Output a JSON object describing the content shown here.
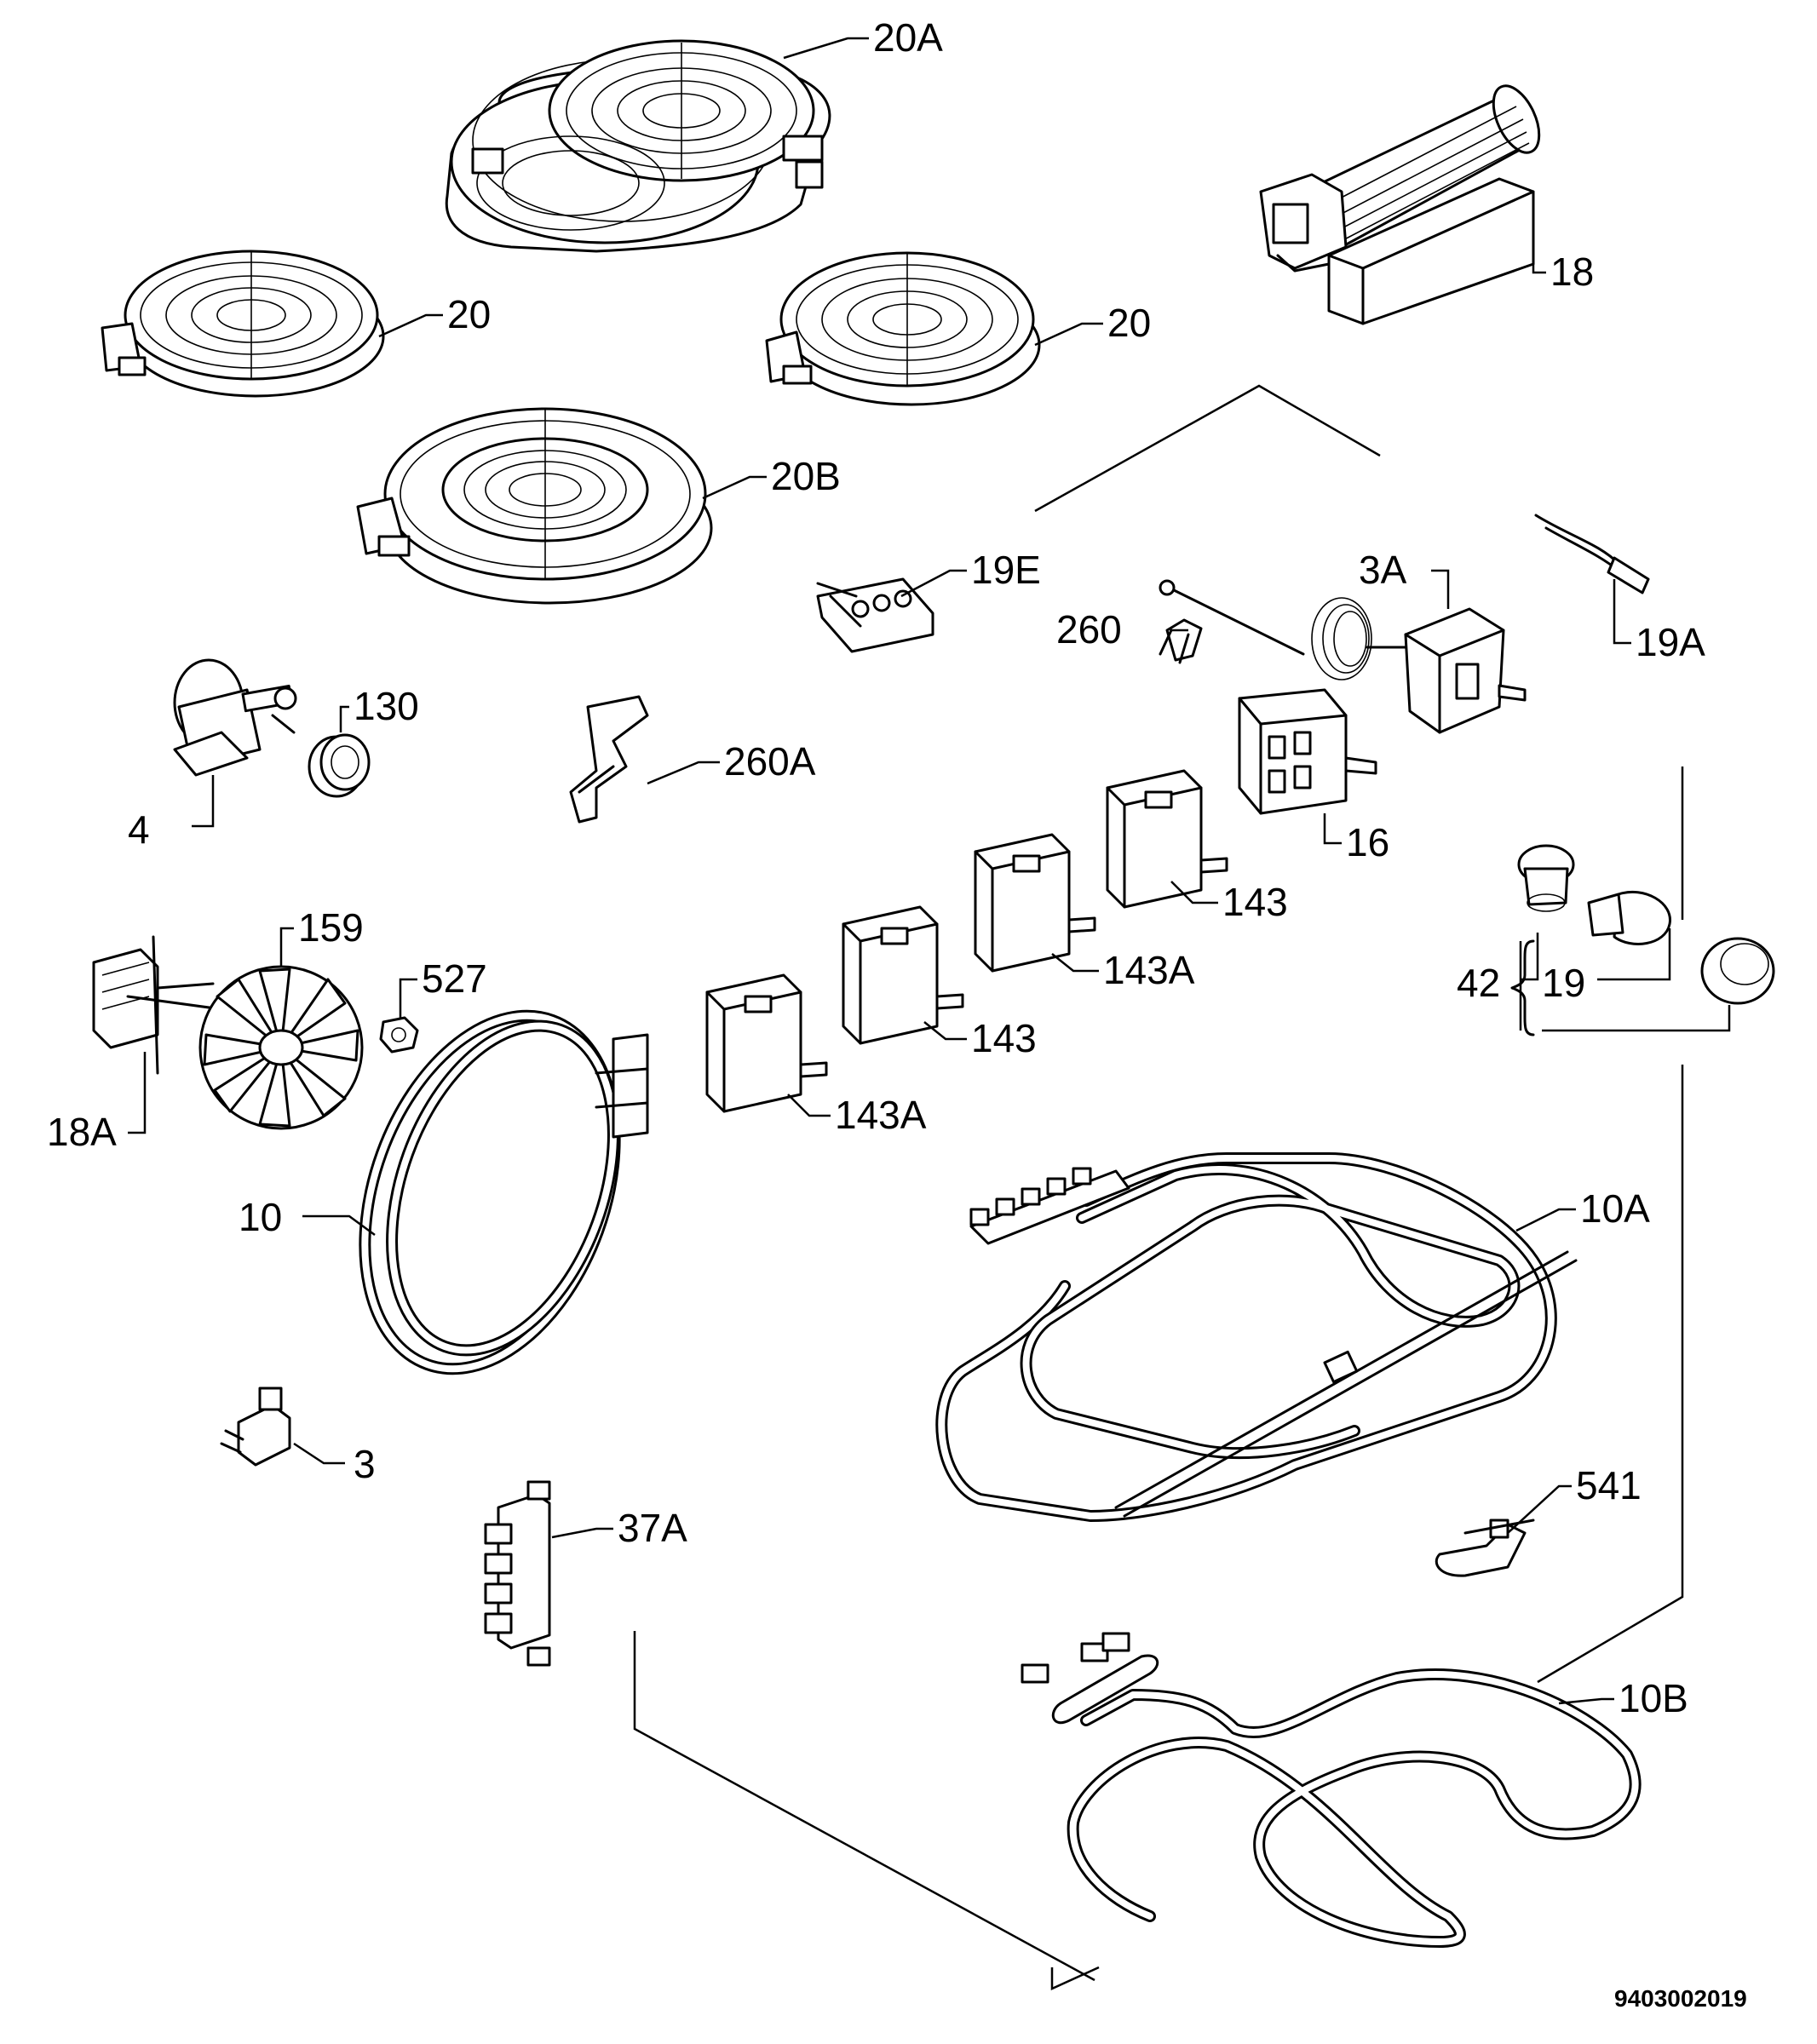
{
  "labels": {
    "p20a": "20A",
    "p18": "18",
    "p20_left": "20",
    "p20_right": "20",
    "p20b": "20B",
    "p19e": "19E",
    "p3a": "3A",
    "p260": "260",
    "p19a": "19A",
    "p130": "130",
    "p4": "4",
    "p260a": "260A",
    "p16": "16",
    "p143_top": "143",
    "p143a_upper": "143A",
    "p143_mid": "143",
    "p143a_lower": "143A",
    "p42": "42",
    "p19": "19",
    "p159": "159",
    "p527": "527",
    "p18a": "18A",
    "p10": "10",
    "p10a": "10A",
    "p3": "3",
    "p541": "541",
    "p37a": "37A",
    "p10b": "10B"
  },
  "document_number": "9403002019"
}
